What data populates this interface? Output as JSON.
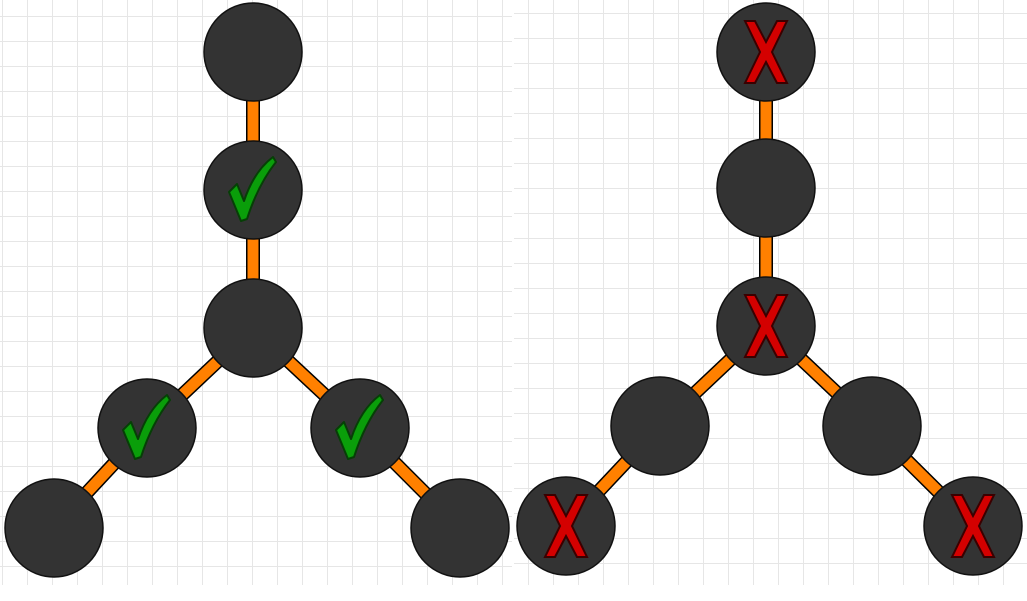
{
  "colors": {
    "node_fill": "#333333",
    "node_stroke": "#111111",
    "edge": "#ff8000",
    "edge_stroke": "#000000",
    "check": "#0a9e0a",
    "cross": "#d40000",
    "grid": "#e6e6e6"
  },
  "graphs": [
    {
      "id": "left",
      "nodes": [
        {
          "id": "top",
          "mark": "none"
        },
        {
          "id": "upper-middle",
          "mark": "check"
        },
        {
          "id": "center",
          "mark": "none"
        },
        {
          "id": "left-branch",
          "mark": "check"
        },
        {
          "id": "right-branch",
          "mark": "check"
        },
        {
          "id": "left-leaf",
          "mark": "none"
        },
        {
          "id": "right-leaf",
          "mark": "none"
        }
      ],
      "edges": [
        [
          "top",
          "upper-middle"
        ],
        [
          "upper-middle",
          "center"
        ],
        [
          "center",
          "left-branch"
        ],
        [
          "center",
          "right-branch"
        ],
        [
          "left-branch",
          "left-leaf"
        ],
        [
          "right-branch",
          "right-leaf"
        ]
      ]
    },
    {
      "id": "right",
      "nodes": [
        {
          "id": "top",
          "mark": "cross"
        },
        {
          "id": "upper-middle",
          "mark": "none"
        },
        {
          "id": "center",
          "mark": "cross"
        },
        {
          "id": "left-branch",
          "mark": "none"
        },
        {
          "id": "right-branch",
          "mark": "none"
        },
        {
          "id": "left-leaf",
          "mark": "cross"
        },
        {
          "id": "right-leaf",
          "mark": "cross"
        }
      ],
      "edges": [
        [
          "top",
          "upper-middle"
        ],
        [
          "upper-middle",
          "center"
        ],
        [
          "center",
          "left-branch"
        ],
        [
          "center",
          "right-branch"
        ],
        [
          "left-branch",
          "left-leaf"
        ],
        [
          "right-branch",
          "right-leaf"
        ]
      ]
    }
  ],
  "icons": {
    "check": "checkmark-icon",
    "cross": "cross-icon"
  }
}
